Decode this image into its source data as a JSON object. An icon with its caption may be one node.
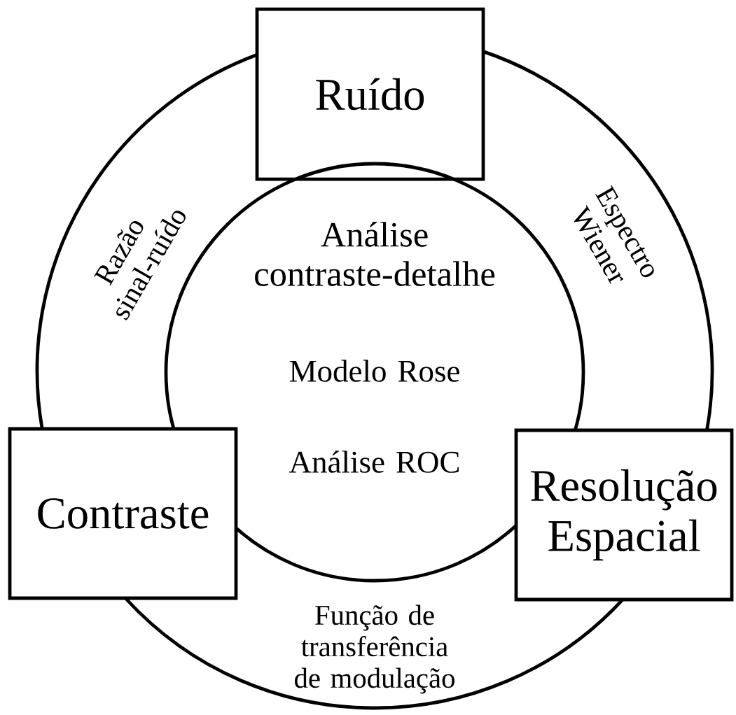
{
  "diagram": {
    "nodes": [
      {
        "text": [
          "Ruído"
        ]
      },
      {
        "text": [
          "Análise contraste-detalhe",
          "Modelo Rose",
          "Análise ROC"
        ]
      },
      {
        "text": [
          "Contraste"
        ]
      },
      {
        "text": [
          "Resolução Espacial"
        ]
      }
    ],
    "edges": [
      {
        "from": 2,
        "to": 0,
        "arrow": "none",
        "label": "Razão sinal-ruído"
      },
      {
        "from": 0,
        "to": 3,
        "arrow": "none",
        "label": "Espectro Wiener"
      },
      {
        "from": 2,
        "to": 3,
        "arrow": "none",
        "label": "Função de transferência de modulação"
      }
    ]
  }
}
